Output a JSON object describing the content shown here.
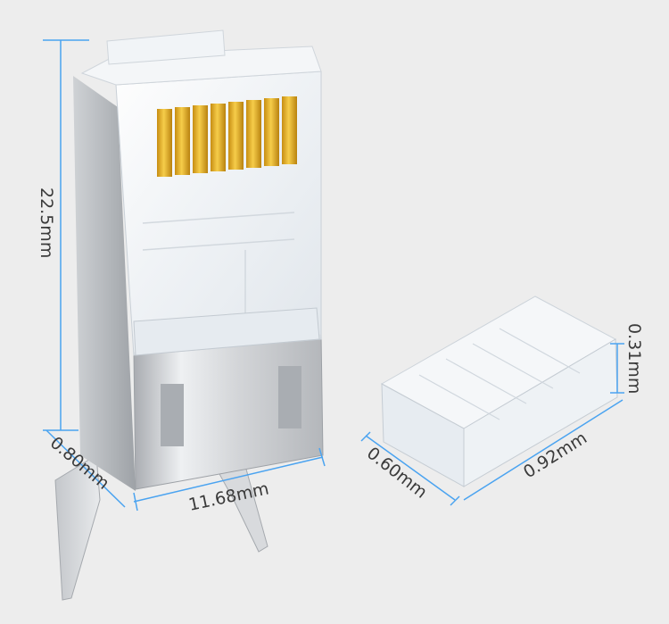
{
  "image": {
    "subject": "shielded-rj45-connector-with-insert-bar",
    "colors": {
      "background": "#ededed",
      "dimension_line": "#4aa3f0",
      "shield_metal": "#c9cbce",
      "gold_contact": "#e8b52a",
      "clear_plastic": "#f7f9fb",
      "label_text": "#3a3a3a"
    }
  },
  "dimensions": {
    "height_label": "22.5mm",
    "width_label": "11.68mm",
    "shield_thickness_label": "0.80mm",
    "insert_depth_label": "0.60mm",
    "insert_length_label": "0.92mm",
    "insert_height_label": "0.31mm"
  }
}
